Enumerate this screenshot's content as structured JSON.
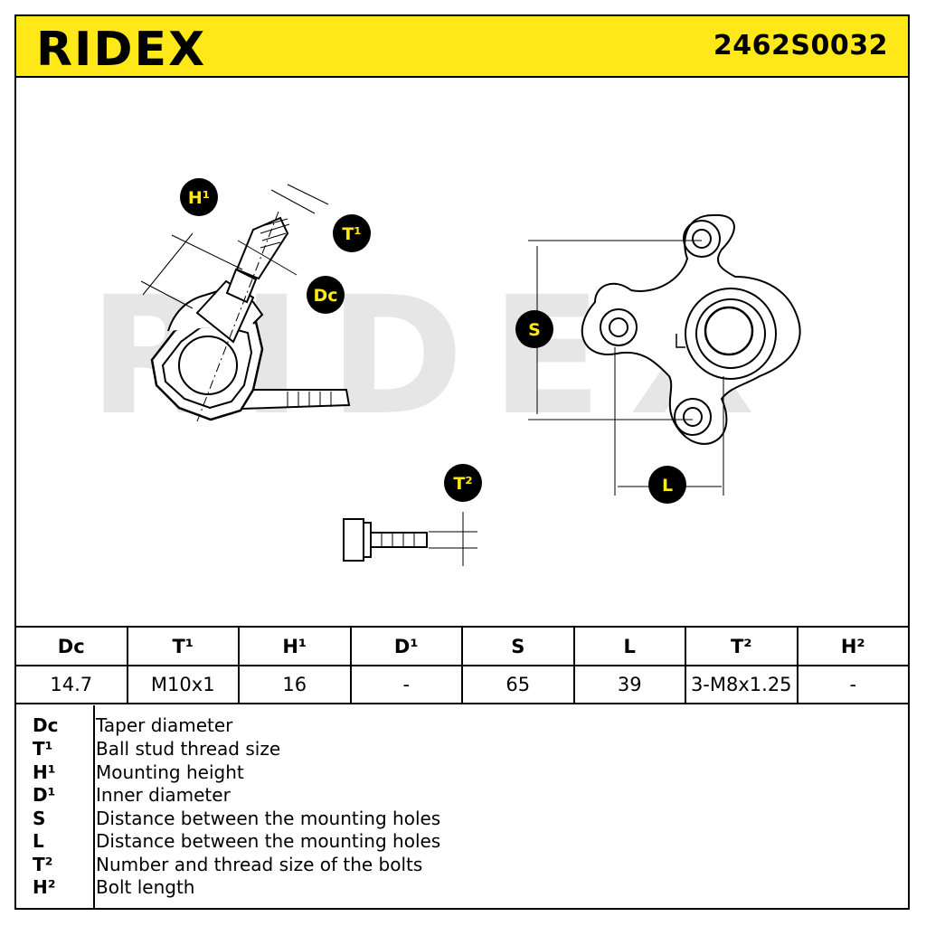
{
  "header": {
    "brand": "RIDEX",
    "part_number": "2462S0032",
    "background_color": "#ffe817"
  },
  "diagram": {
    "watermark": "RIDEX",
    "labels": {
      "h1": "H¹",
      "t1": "T¹",
      "dc": "Dc",
      "s": "S",
      "l": "L",
      "t2": "T²"
    },
    "badge_fill": "#000000",
    "badge_text_color": "#ffe817"
  },
  "table": {
    "headers": [
      "Dc",
      "T¹",
      "H¹",
      "D¹",
      "S",
      "L",
      "T²",
      "H²"
    ],
    "values": [
      "14.7",
      "M10x1",
      "16",
      "-",
      "65",
      "39",
      "3-M8x1.25",
      "-"
    ]
  },
  "legend": [
    {
      "key": "Dc",
      "desc": "Taper diameter"
    },
    {
      "key": "T¹",
      "desc": "Ball stud thread size"
    },
    {
      "key": "H¹",
      "desc": "Mounting height"
    },
    {
      "key": "D¹",
      "desc": "Inner diameter"
    },
    {
      "key": "S",
      "desc": "Distance between the mounting holes"
    },
    {
      "key": "L",
      "desc": "Distance between the mounting holes"
    },
    {
      "key": "T²",
      "desc": "Number and thread size of the bolts"
    },
    {
      "key": "H²",
      "desc": "Bolt length"
    }
  ]
}
